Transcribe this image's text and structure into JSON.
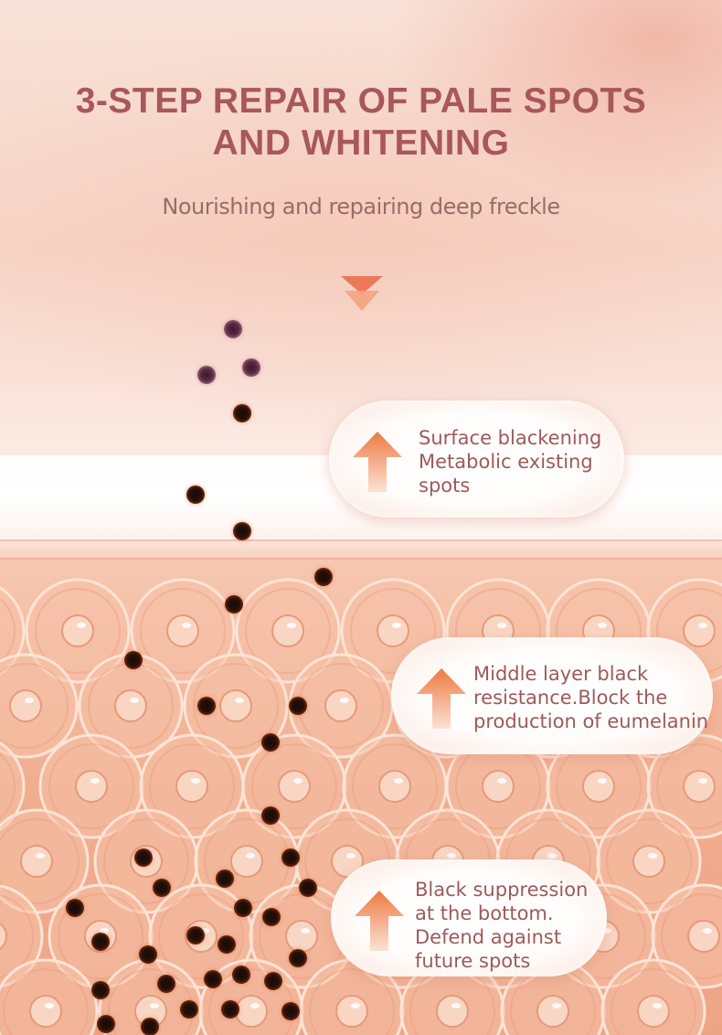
{
  "title": "3-STEP REPAIR OF PALE SPOTS\nAND WHITENING",
  "title_line1": "3-STEP REPAIR OF PALE SPOTS",
  "title_line2": "AND WHITENING",
  "subtitle": "Nourishing and repairing deep freckle",
  "steps": [
    {
      "text": "Surface blackening\nMetabolic existing\nspots",
      "icon": "up-arrow-icon"
    },
    {
      "text": "Middle layer black\nresistance.Block the\nproduction of eumelanin",
      "icon": "up-arrow-icon"
    },
    {
      "text": "Black suppression\nat the bottom.\nDefend against\nfuture spots",
      "icon": "up-arrow-icon"
    }
  ],
  "colors": {
    "title": "#a8585a",
    "subtitle": "#9a6a6a",
    "callout_text": "#9c5a5a",
    "arrow": "#ee8a52",
    "skin_cells": "#f0ad8e",
    "melanin_dot": "#241008"
  }
}
